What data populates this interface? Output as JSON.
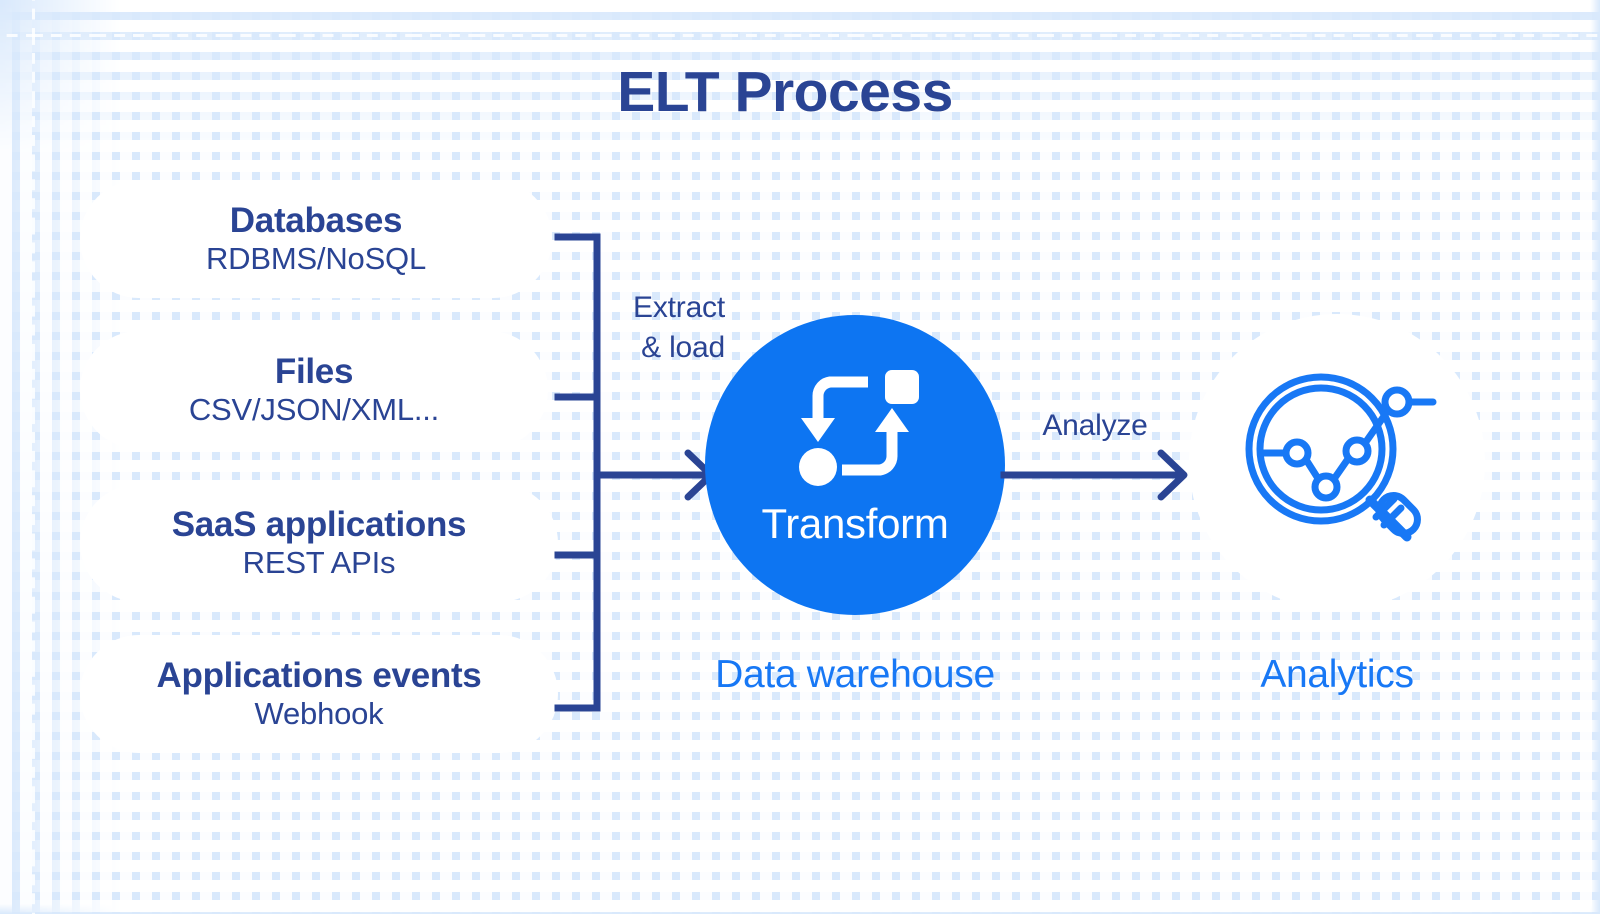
{
  "diagram": {
    "title": "ELT Process",
    "background_color": "#d9e9fc",
    "navy": "#2a4494",
    "blue": "#1878f5",
    "circle_blue": "#0d75f2"
  },
  "sources": [
    {
      "title": "Databases",
      "subtitle": "RDBMS/NoSQL"
    },
    {
      "title": "Files",
      "subtitle": "CSV/JSON/XML..."
    },
    {
      "title": "SaaS applications",
      "subtitle": "REST APIs"
    },
    {
      "title": "Applications events",
      "subtitle": "Webhook"
    }
  ],
  "connectors": {
    "extract_line1": "Extract",
    "extract_line2": "& load",
    "analyze": "Analyze"
  },
  "stages": {
    "transform": {
      "icon": "transform-cycle-icon",
      "label": "Transform",
      "caption": "Data warehouse"
    },
    "analytics": {
      "icon": "magnifier-line-chart-icon",
      "caption": "Analytics"
    }
  }
}
